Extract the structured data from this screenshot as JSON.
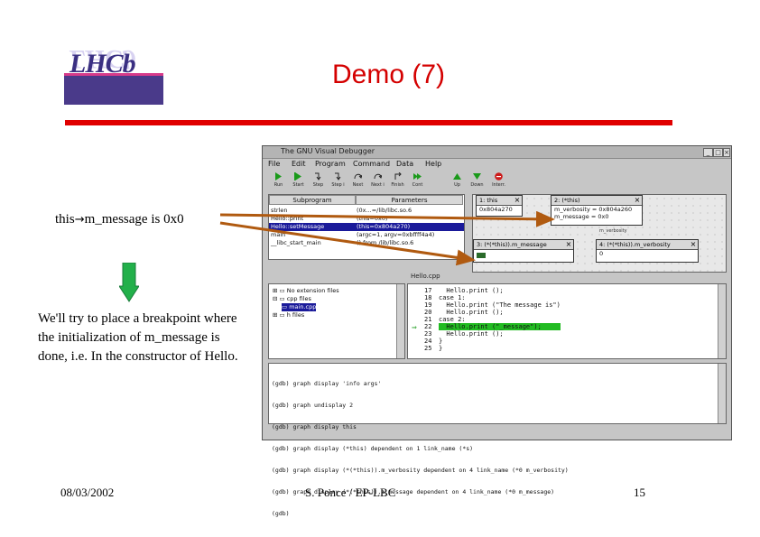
{
  "slide": {
    "logo_text": "LHCb",
    "title": "Demo (7)",
    "note_parts": [
      "this",
      "→",
      "m_message is 0x0"
    ],
    "note_text": "We'll try to place a breakpoint where the initialization of m_message is done, i.e. In the constructor of Hello.",
    "footer_date": "08/03/2002",
    "footer_author": "S. Ponce / EP-LBC",
    "footer_page": "15"
  },
  "colors": {
    "title": "#d40000",
    "rule": "#e00000",
    "arrow": "#b05a10",
    "down_arrow": "#22b04a",
    "highlight": "#22bb22"
  },
  "debugger": {
    "window_title": "The GNU Visual Debugger",
    "menu": [
      "File",
      "Edit",
      "Program",
      "Command",
      "Data",
      "Help"
    ],
    "toolbar": [
      {
        "label": "Run",
        "icon": "run-icon"
      },
      {
        "label": "Start",
        "icon": "start-icon"
      },
      {
        "label": "Step",
        "icon": "step-icon"
      },
      {
        "label": "Step i",
        "icon": "step-instruction-icon"
      },
      {
        "label": "Next",
        "icon": "next-icon"
      },
      {
        "label": "Next i",
        "icon": "next-instruction-icon"
      },
      {
        "label": "Finish",
        "icon": "finish-icon"
      },
      {
        "label": "Cont",
        "icon": "continue-icon"
      },
      {
        "label": "Up",
        "icon": "up-icon"
      },
      {
        "label": "Down",
        "icon": "down-icon"
      },
      {
        "label": "Interr.",
        "icon": "interrupt-icon"
      }
    ],
    "stack_headers": [
      "Subprogram",
      "Parameters"
    ],
    "stack_rows": [
      {
        "sub": "strlen",
        "params": "(0x...=/lib/libc.so.6"
      },
      {
        "sub": "Hello::print",
        "params": "(this=0x0)"
      },
      {
        "sub": "Hello::setMessage",
        "params": "(this=0x804a270)"
      },
      {
        "sub": "main",
        "params": "(argc=1, argv=0xbffff4a4)"
      },
      {
        "sub": "__libc_start_main",
        "params": "() from /lib/libc.so.6"
      }
    ],
    "data_boxes": {
      "this": {
        "title": "1: this",
        "value": "0x804a270"
      },
      "star_this": {
        "title": "2: (*this)",
        "rows": [
          "m_verbosity = 0x804a260",
          "m_message = 0x0"
        ]
      },
      "message": {
        "title": "3: (*(*this)).m_message"
      },
      "verbosity": {
        "title": "4: (*(*this)).m_verbosity",
        "value": "0"
      }
    },
    "link_label": "m_verbosity",
    "file_tab": "Hello.cpp",
    "explorer": [
      "No extension files",
      "cpp files",
      "main.cpp",
      "h files"
    ],
    "code_lines": [
      {
        "num": "17",
        "text": "  Hello.print ();"
      },
      {
        "num": "18",
        "text": "case 1:"
      },
      {
        "num": "19",
        "text": "  Hello.print (\"The message is\")"
      },
      {
        "num": "20",
        "text": "  Hello.print ();"
      },
      {
        "num": "21",
        "text": "case 2:"
      },
      {
        "num": "22",
        "text": "  Hello.print (\"_message\");"
      },
      {
        "num": "23",
        "text": "  Hello.print ();"
      },
      {
        "num": "24",
        "text": "}"
      },
      {
        "num": "25",
        "text": "}"
      }
    ],
    "console_lines": [
      "(gdb) graph display 'info args'",
      "(gdb) graph undisplay 2",
      "(gdb) graph display this",
      "(gdb) graph display (*this) dependent on 1 link_name (*s)",
      "(gdb) graph display (*(*this)).m_verbosity dependent on 4 link_name (*0 m_verbosity)",
      "(gdb) graph display (*(*this)).m_message dependent on 4 link_name (*0 m_message)",
      "(gdb)"
    ]
  }
}
